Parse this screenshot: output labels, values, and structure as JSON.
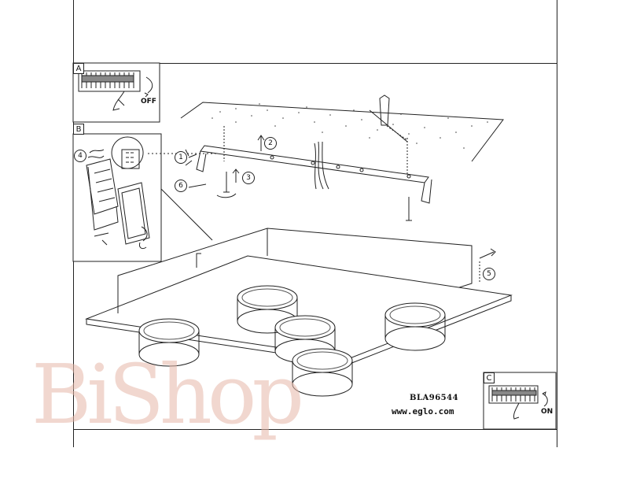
{
  "document": {
    "model_code": "BLA96544",
    "website": "www.eglo.com"
  },
  "panels": {
    "a": {
      "letter": "A",
      "switch_label": "OFF"
    },
    "b": {
      "letter": "B"
    },
    "c": {
      "letter": "C",
      "switch_label": "ON"
    }
  },
  "steps": [
    "1",
    "2",
    "3",
    "4",
    "5",
    "6"
  ],
  "watermark": {
    "text": "BiShop"
  }
}
